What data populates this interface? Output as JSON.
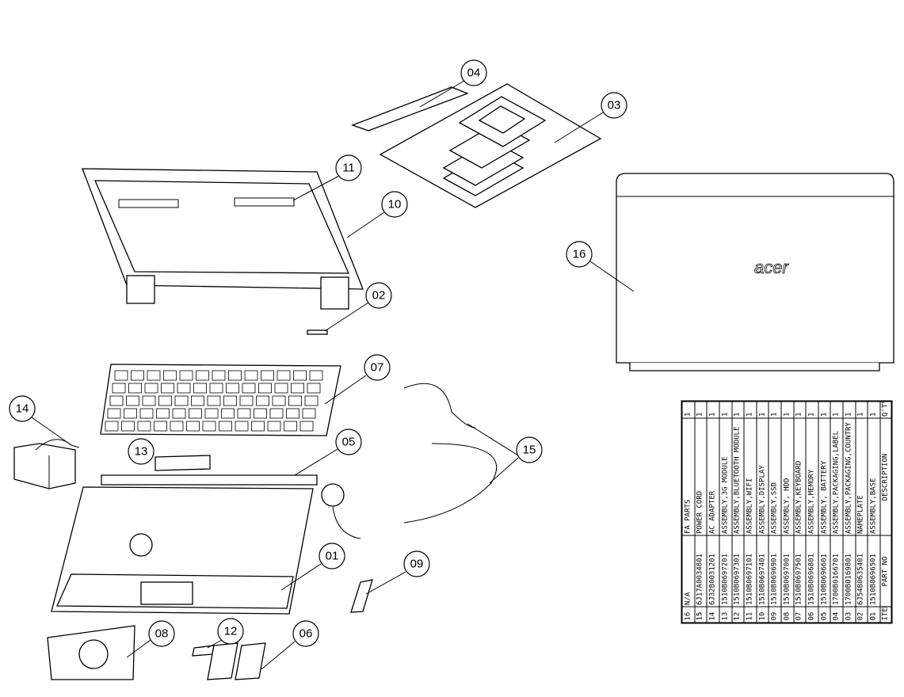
{
  "callouts": {
    "c01": "01",
    "c02": "02",
    "c03": "03",
    "c04": "04",
    "c05": "05",
    "c06": "06",
    "c07": "07",
    "c08": "08",
    "c09": "09",
    "c10": "10",
    "c11": "11",
    "c12": "12",
    "c13": "13",
    "c14": "14",
    "c15": "15",
    "c16": "16"
  },
  "lid_logo": "acer",
  "bom": {
    "headers": {
      "item": "ITEM",
      "part_no": "PART NO",
      "description": "DESCRIPTION",
      "qty": "Q'TY"
    },
    "rows": [
      {
        "item": "16",
        "part_no": "N/A",
        "description": "FA  PARTS",
        "qty": "1"
      },
      {
        "item": "15",
        "part_no": "6J17A0034801",
        "description": "POWER CORD",
        "qty": "1"
      },
      {
        "item": "14",
        "part_no": "6J32B0031201",
        "description": "AC ADAPTER",
        "qty": "1"
      },
      {
        "item": "13",
        "part_no": "1510B0697201",
        "description": "ASSEMBLY,3G MODULE",
        "qty": "1"
      },
      {
        "item": "12",
        "part_no": "1510B0697301",
        "description": "ASSEMBLY,BLUETOOTH MODULE",
        "qty": "1"
      },
      {
        "item": "11",
        "part_no": "1510B0697101",
        "description": "ASSEMBLY,WIFI",
        "qty": "1"
      },
      {
        "item": "10",
        "part_no": "1510B0697401",
        "description": "ASSEMBLY,DISPLAY",
        "qty": "1"
      },
      {
        "item": "09",
        "part_no": "1510B0696901",
        "description": "ASSEMBLY,SSD",
        "qty": "1"
      },
      {
        "item": "08",
        "part_no": "1510B0697001",
        "description": "ASSEMBLY, HDD",
        "qty": "1"
      },
      {
        "item": "07",
        "part_no": "1510B0697501",
        "description": "ASSEMBLY,KEYBOARD",
        "qty": "1"
      },
      {
        "item": "06",
        "part_no": "1510B0696801",
        "description": "ASSEMBLY,MEMORY",
        "qty": "1"
      },
      {
        "item": "05",
        "part_no": "1510B0696601",
        "description": "ASSEMBLY, BATTERY",
        "qty": "1"
      },
      {
        "item": "04",
        "part_no": "1700B0166701",
        "description": "ASSEMBLY,PACKAGING,LABEL",
        "qty": "1"
      },
      {
        "item": "03",
        "part_no": "1700B0169801",
        "description": "ASSEMBLY,PACKAGING,COUNTRY KIT",
        "qty": "1"
      },
      {
        "item": "02",
        "part_no": "6J54B0635401",
        "description": "NAMEPLATE",
        "qty": "1"
      },
      {
        "item": "01",
        "part_no": "1510B0696501",
        "description": "ASSEMBLY,BASE",
        "qty": "1"
      }
    ]
  }
}
